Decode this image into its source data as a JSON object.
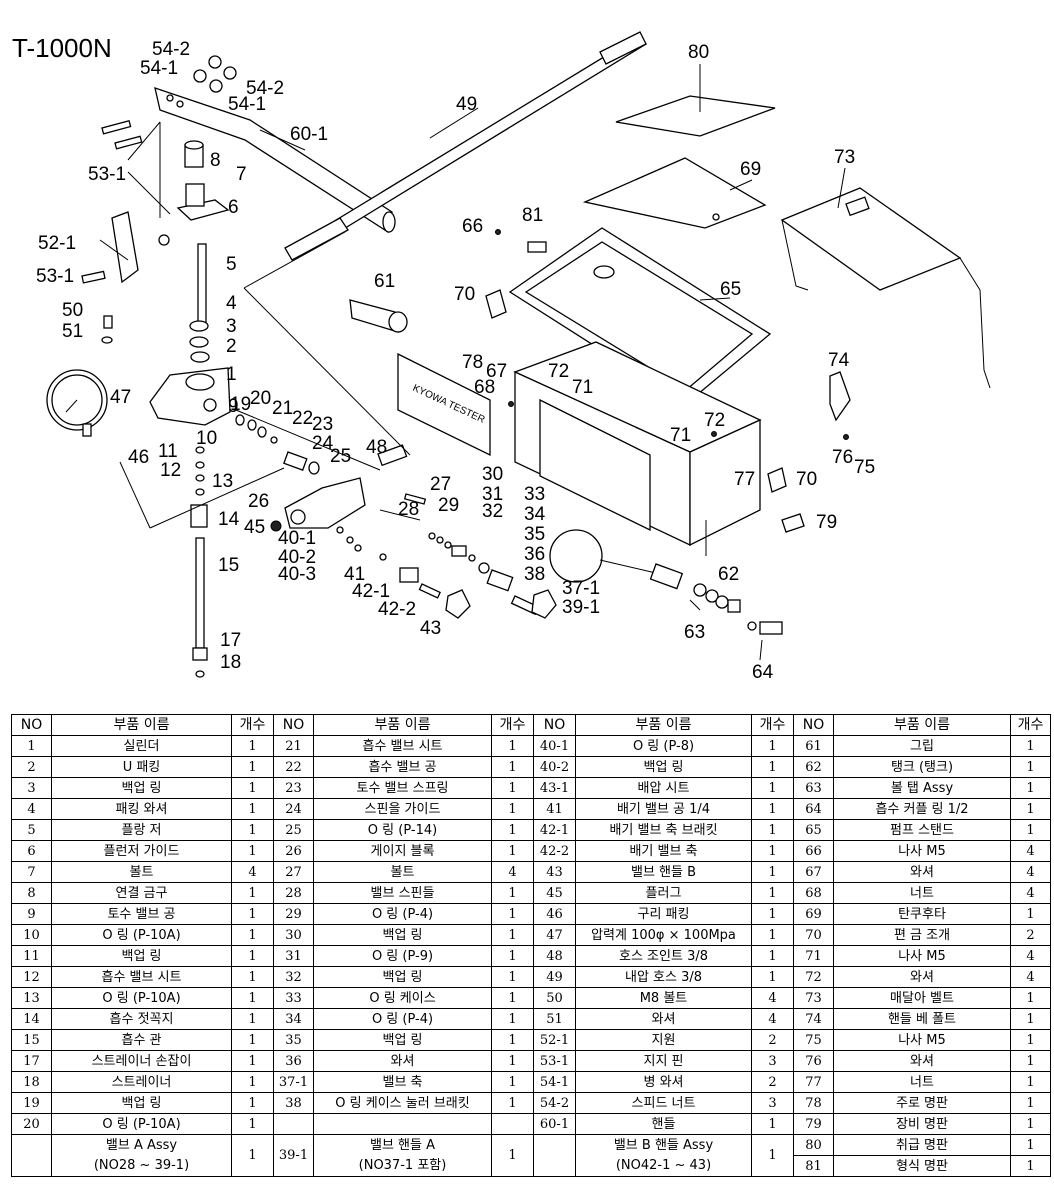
{
  "model": "T-1000N",
  "diagram_labels": [
    "54-2",
    "54-1",
    "54-2",
    "54-1",
    "53-1",
    "52-1",
    "53-1",
    "50",
    "51",
    "47",
    "46",
    "8",
    "7",
    "6",
    "5",
    "4",
    "3",
    "2",
    "1",
    "9",
    "10",
    "11",
    "12",
    "13",
    "14",
    "15",
    "17",
    "18",
    "19",
    "20",
    "21",
    "22",
    "23",
    "24",
    "25",
    "48",
    "26",
    "45",
    "40-1",
    "40-2",
    "40-3",
    "41",
    "42-1",
    "42-2",
    "43",
    "27",
    "29",
    "28",
    "30",
    "31",
    "32",
    "33",
    "34",
    "35",
    "36",
    "38",
    "37-1",
    "39-1",
    "60-1",
    "49",
    "61",
    "80",
    "69",
    "73",
    "66",
    "81",
    "70",
    "65",
    "78",
    "67",
    "68",
    "72",
    "71",
    "74",
    "72",
    "71",
    "76",
    "75",
    "70",
    "77",
    "79",
    "62",
    "63",
    "64"
  ],
  "table": {
    "headers": [
      "NO",
      "부품 이름",
      "개수"
    ],
    "rows": [
      [
        [
          "1",
          "실린더",
          "1"
        ],
        [
          "21",
          "흡수 밸브 시트",
          "1"
        ],
        [
          "40-1",
          "O 링 (P-8)",
          "1"
        ],
        [
          "61",
          "그립",
          "1"
        ]
      ],
      [
        [
          "2",
          "U 패킹",
          "1"
        ],
        [
          "22",
          "흡수 밸브 공",
          "1"
        ],
        [
          "40-2",
          "백업 링",
          "1"
        ],
        [
          "62",
          "탱크 (탱크)",
          "1"
        ]
      ],
      [
        [
          "3",
          "백업 링",
          "1"
        ],
        [
          "23",
          "토수 밸브 스프링",
          "1"
        ],
        [
          "43-1",
          "배압 시트",
          "1"
        ],
        [
          "63",
          "볼 탭 Assy",
          "1"
        ]
      ],
      [
        [
          "4",
          "패킹 와셔",
          "1"
        ],
        [
          "24",
          "스핀을 가이드",
          "1"
        ],
        [
          "41",
          "배기 밸브 공 1/4",
          "1"
        ],
        [
          "64",
          "흡수 커플 링 1/2",
          "1"
        ]
      ],
      [
        [
          "5",
          "플랑 저",
          "1"
        ],
        [
          "25",
          "O 링 (P-14)",
          "1"
        ],
        [
          "42-1",
          "배기 밸브 축 브래킷",
          "1"
        ],
        [
          "65",
          "펌프 스탠드",
          "1"
        ]
      ],
      [
        [
          "6",
          "플런저 가이드",
          "1"
        ],
        [
          "26",
          "게이지 블록",
          "1"
        ],
        [
          "42-2",
          "배기 밸브 축",
          "1"
        ],
        [
          "66",
          "나사 M5",
          "4"
        ]
      ],
      [
        [
          "7",
          "볼트",
          "4"
        ],
        [
          "27",
          "볼트",
          "4"
        ],
        [
          "43",
          "밸브 핸들 B",
          "1"
        ],
        [
          "67",
          "와셔",
          "4"
        ]
      ],
      [
        [
          "8",
          "연결 금구",
          "1"
        ],
        [
          "28",
          "밸브 스핀들",
          "1"
        ],
        [
          "45",
          "플러그",
          "1"
        ],
        [
          "68",
          "너트",
          "4"
        ]
      ],
      [
        [
          "9",
          "토수 밸브 공",
          "1"
        ],
        [
          "29",
          "O 링 (P-4)",
          "1"
        ],
        [
          "46",
          "구리 패킹",
          "1"
        ],
        [
          "69",
          "탄쿠후타",
          "1"
        ]
      ],
      [
        [
          "10",
          "O 링 (P-10A)",
          "1"
        ],
        [
          "30",
          "백업 링",
          "1"
        ],
        [
          "47",
          "압력계 100φ × 100Mpa",
          "1"
        ],
        [
          "70",
          "편 금 조개",
          "2"
        ]
      ],
      [
        [
          "11",
          "백업 링",
          "1"
        ],
        [
          "31",
          "O 링 (P-9)",
          "1"
        ],
        [
          "48",
          "호스 조인트 3/8",
          "1"
        ],
        [
          "71",
          "나사 M5",
          "4"
        ]
      ],
      [
        [
          "12",
          "흡수 밸브 시트",
          "1"
        ],
        [
          "32",
          "백업 링",
          "1"
        ],
        [
          "49",
          "내압 호스 3/8",
          "1"
        ],
        [
          "72",
          "와셔",
          "4"
        ]
      ],
      [
        [
          "13",
          "O 링 (P-10A)",
          "1"
        ],
        [
          "33",
          "O 링 케이스",
          "1"
        ],
        [
          "50",
          "M8 볼트",
          "4"
        ],
        [
          "73",
          "매달아 벨트",
          "1"
        ]
      ],
      [
        [
          "14",
          "흡수 젓꼭지",
          "1"
        ],
        [
          "34",
          "O 링 (P-4)",
          "1"
        ],
        [
          "51",
          "와셔",
          "4"
        ],
        [
          "74",
          "핸들 베 폴트",
          "1"
        ]
      ],
      [
        [
          "15",
          "흡수 관",
          "1"
        ],
        [
          "35",
          "백업 링",
          "1"
        ],
        [
          "52-1",
          "지원",
          "2"
        ],
        [
          "75",
          "나사 M5",
          "1"
        ]
      ],
      [
        [
          "17",
          "스트레이너 손잡이",
          "1"
        ],
        [
          "36",
          "와셔",
          "1"
        ],
        [
          "53-1",
          "지지 핀",
          "3"
        ],
        [
          "76",
          "와셔",
          "1"
        ]
      ],
      [
        [
          "18",
          "스트레이너",
          "1"
        ],
        [
          "37-1",
          "밸브 축",
          "1"
        ],
        [
          "54-1",
          "병 와셔",
          "2"
        ],
        [
          "77",
          "너트",
          "1"
        ]
      ],
      [
        [
          "19",
          "백업 링",
          "1"
        ],
        [
          "38",
          "O 링 케이스 눌러 브래킷",
          "1"
        ],
        [
          "54-2",
          "스피드 너트",
          "3"
        ],
        [
          "78",
          "주로 명판",
          "1"
        ]
      ],
      [
        [
          "20",
          "O 링 (P-10A)",
          "1"
        ],
        [
          "",
          "",
          ""
        ],
        [
          "60-1",
          "핸들",
          "1"
        ],
        [
          "79",
          "장비 명판",
          "1"
        ]
      ]
    ],
    "assy_row": {
      "a_qty": "1",
      "a_name_line1": "밸브 A Assy",
      "a_name_line2": "(NO28 ~ 39-1)",
      "h_no": "39-1",
      "h_name_line1": "밸브 핸들 A",
      "h_name_line2": "(NO37-1 포함)",
      "h_qty": "1",
      "b_name_line1": "밸브 B 핸들 Assy",
      "b_name_line2": "(NO42-1 ~ 43)",
      "b_qty": "1",
      "p80": [
        "80",
        "취급 명판",
        "1"
      ],
      "p81": [
        "81",
        "형식 명판",
        "1"
      ]
    }
  }
}
